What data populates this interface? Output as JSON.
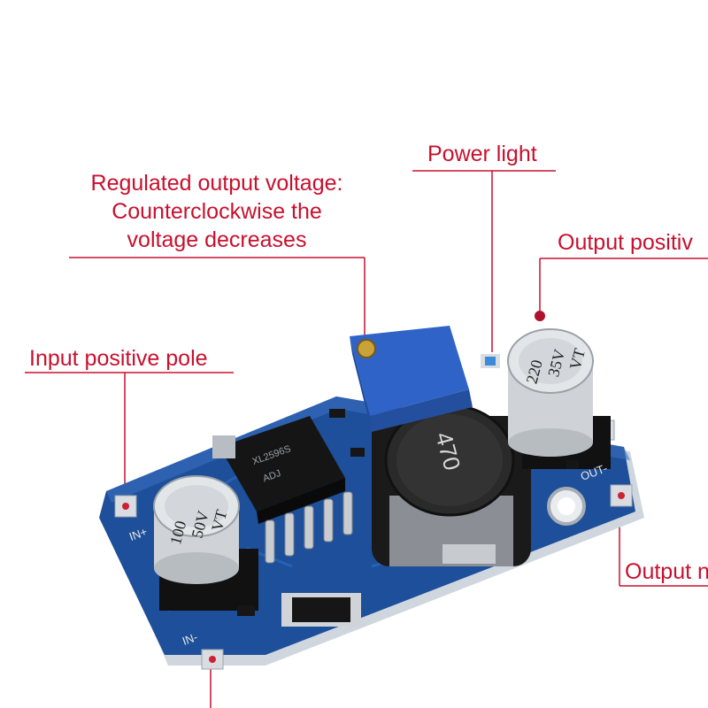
{
  "annotations": {
    "regulated_output": [
      "Regulated output voltage:",
      "Counterclockwise the",
      "voltage decreases"
    ],
    "power_light": "Power light",
    "output_positive": "Output positiv",
    "input_positive": "Input positive pole",
    "output_negative": "Output n"
  },
  "board_markings": {
    "in_plus": "IN+",
    "in_minus": "IN-",
    "out_minus": "OUT-",
    "input_cap": [
      "100",
      "50V",
      "VT"
    ],
    "output_cap": [
      "220",
      "35V",
      "VT"
    ],
    "inductor": "470",
    "ic": [
      "XL2596S",
      "ADJ"
    ]
  },
  "colors": {
    "annotation": "#c8102e",
    "pcb": "#1d4f9a",
    "trimmer": "#2f63c8"
  }
}
